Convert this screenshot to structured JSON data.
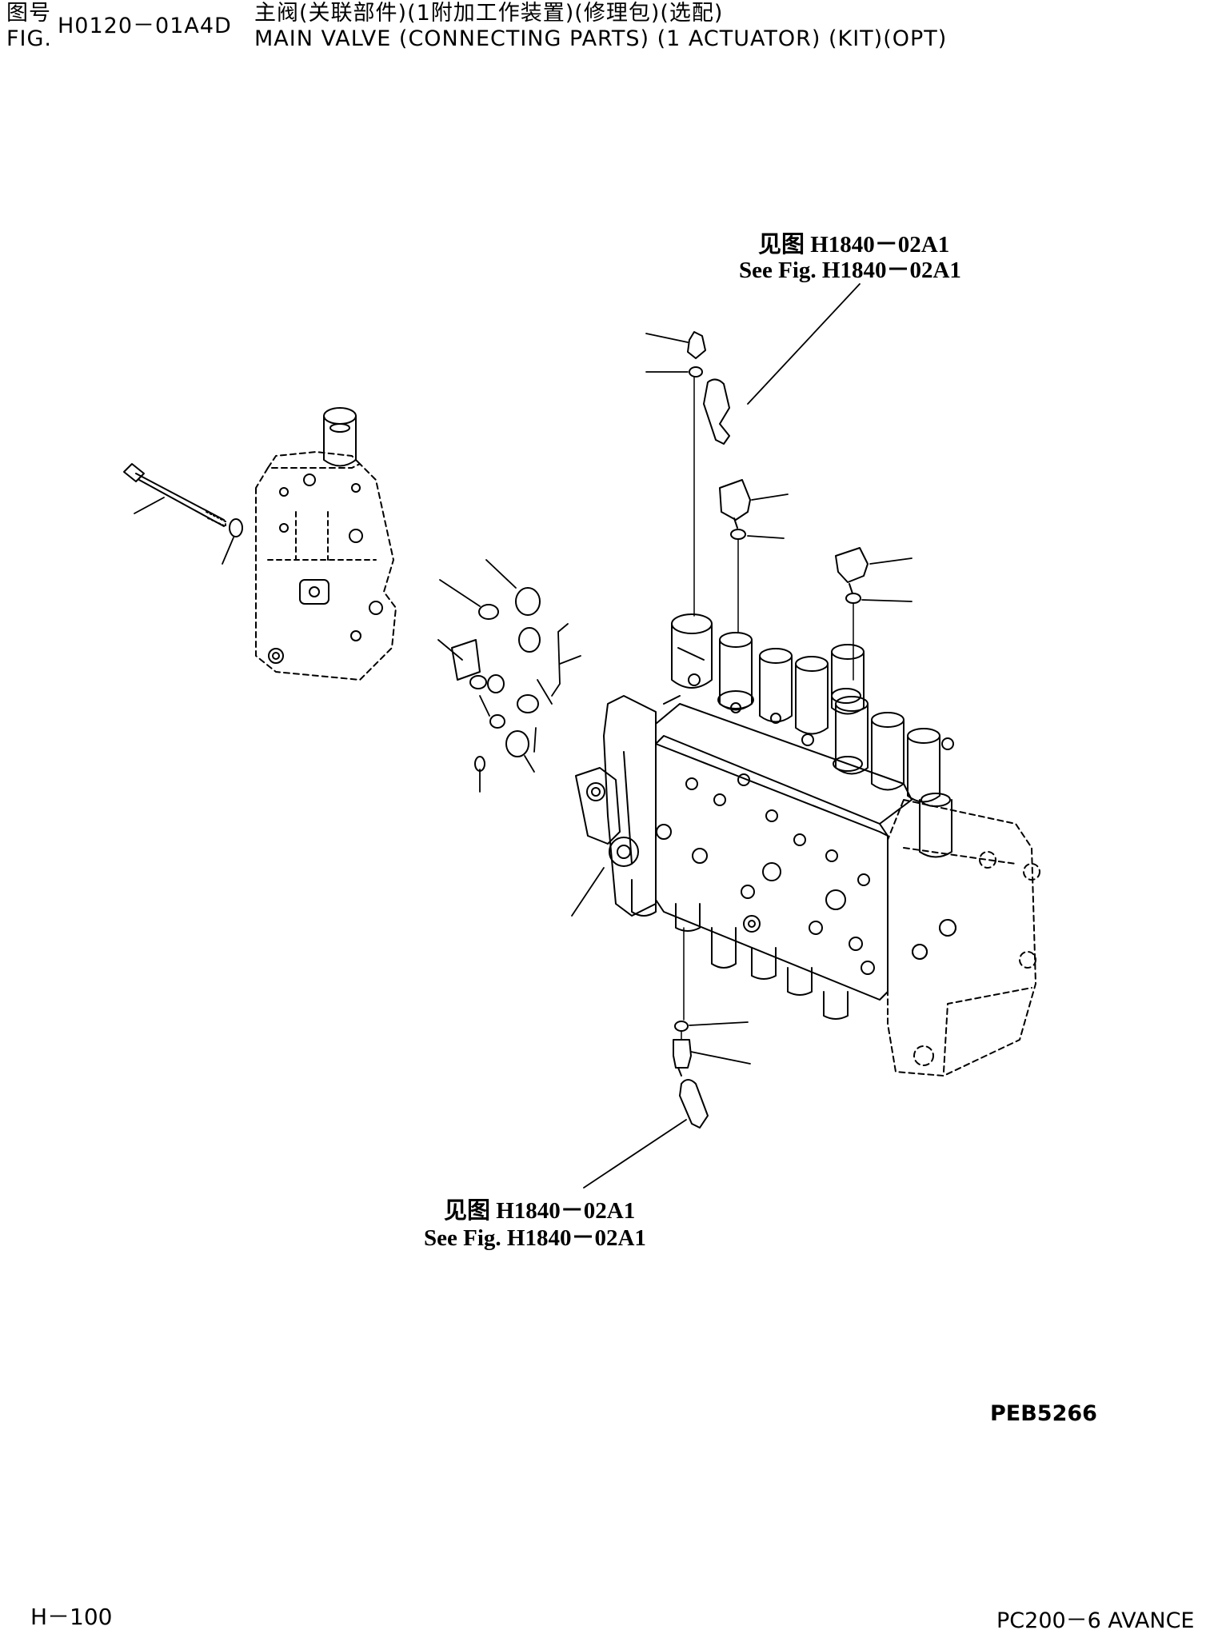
{
  "header": {
    "fig_label_cn": "图号",
    "fig_label_en": "FIG.",
    "fig_number": "H0120－01A4D",
    "title_cn": "主阀(关联部件)(1附加工作装置)(修理包)(选配)",
    "title_en": "MAIN VALVE (CONNECTING PARTS) (1 ACTUATOR) (KIT)(OPT)"
  },
  "callouts": {
    "top_ref_cn": "见图 H1840－02A1",
    "top_ref_en": "See Fig. H1840－02A1",
    "bottom_ref_cn": "见图 H1840－02A1",
    "bottom_ref_en": "See Fig. H1840－02A1"
  },
  "drawing_code": "PEB5266",
  "footer": {
    "page": "H－100",
    "model": "PC200－6 AVANCE"
  }
}
